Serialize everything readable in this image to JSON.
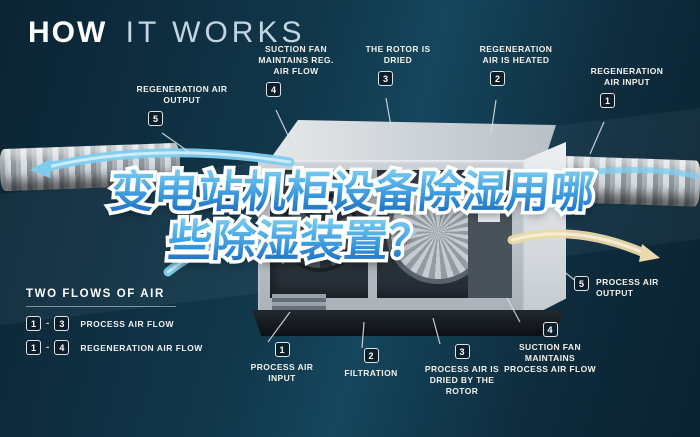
{
  "header": {
    "title_bold": "HOW",
    "title_light": "IT WORKS"
  },
  "overlay_title": {
    "line1": "变电站机柜设备除湿用哪",
    "line2": "些除湿装置？"
  },
  "callouts": {
    "top": [
      {
        "num": "5",
        "label": "REGENERATION AIR OUTPUT"
      },
      {
        "num": "4",
        "label": "SUCTION FAN MAINTAINS REG. AIR FLOW"
      },
      {
        "num": "3",
        "label": "THE ROTOR IS DRIED"
      },
      {
        "num": "2",
        "label": "REGENERATION AIR IS HEATED"
      },
      {
        "num": "1",
        "label": "REGENERATION AIR INPUT"
      }
    ],
    "bottom": [
      {
        "num": "1",
        "label": "PROCESS AIR INPUT"
      },
      {
        "num": "2",
        "label": "FILTRATION"
      },
      {
        "num": "3",
        "label": "PROCESS AIR IS DRIED BY THE ROTOR"
      },
      {
        "num": "4",
        "label": "SUCTION FAN MAINTAINS PROCESS AIR FLOW"
      },
      {
        "num": "5",
        "label": "PROCESS AIR OUTPUT"
      }
    ]
  },
  "legend": {
    "heading": "TWO FLOWS OF AIR",
    "separator": "-",
    "rows": [
      {
        "start": "1",
        "end": "3",
        "label": "PROCESS AIR FLOW"
      },
      {
        "start": "1",
        "end": "4",
        "label": "REGENERATION AIR FLOW"
      }
    ]
  },
  "colors": {
    "background": "#0e2c3d",
    "flow_blue": "#7ecdf0",
    "flow_cream": "#ead9ac",
    "label_text": "#f3f1e9",
    "title_fill_top": "#7fd0f2",
    "title_fill_bottom": "#1565b8"
  }
}
